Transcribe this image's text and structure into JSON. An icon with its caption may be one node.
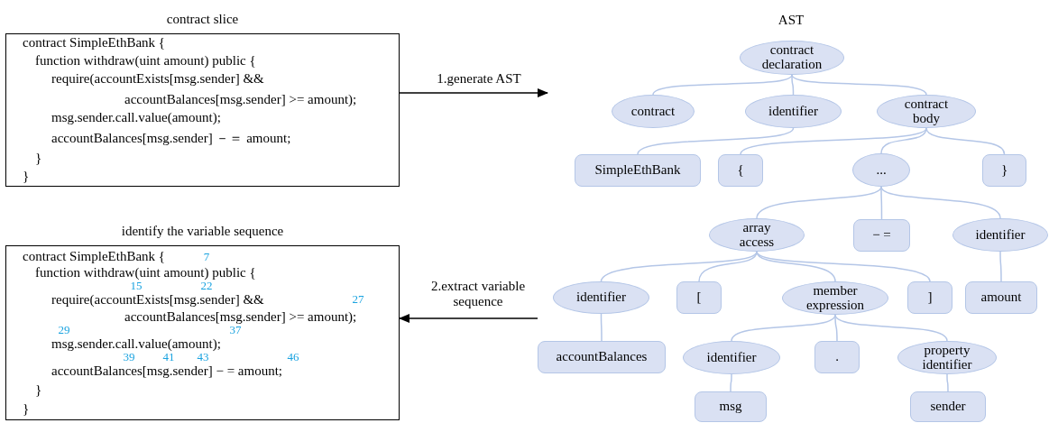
{
  "diagram": {
    "nodes": [
      {
        "text": [
          "contract slice",
          "contract SimpleEthBank {",
          "function withdraw(uint amount) public {",
          "require(accountExists[msg.sender] &&",
          "accountBalances[msg.sender] >= amount);",
          "msg.sender.call.value(amount);",
          "accountBalances[msg.sender] －＝ amount;",
          "}",
          "}"
        ]
      },
      {
        "text": [
          "identify the variable sequence",
          "contract SimpleEthBank {",
          "function withdraw(uint amount) public {",
          "require(accountExists[msg.sender] &&",
          "accountBalances[msg.sender] >= amount);",
          "msg.sender.call.value(amount);",
          "accountBalances[msg.sender] − = amount;",
          "}",
          "}"
        ]
      },
      {
        "text": [
          "contract declaration"
        ]
      },
      {
        "text": [
          "contract"
        ]
      },
      {
        "text": [
          "identifier"
        ]
      },
      {
        "text": [
          "contract body"
        ]
      },
      {
        "text": [
          "SimpleEthBank"
        ]
      },
      {
        "text": [
          "{"
        ]
      },
      {
        "text": [
          "..."
        ]
      },
      {
        "text": [
          "}"
        ]
      },
      {
        "text": [
          "array access"
        ]
      },
      {
        "text": [
          "− ="
        ]
      },
      {
        "text": [
          "identifier"
        ]
      },
      {
        "text": [
          "identifier"
        ]
      },
      {
        "text": [
          "["
        ]
      },
      {
        "text": [
          "member expression"
        ]
      },
      {
        "text": [
          "]"
        ]
      },
      {
        "text": [
          "amount"
        ]
      },
      {
        "text": [
          "accountBalances"
        ]
      },
      {
        "text": [
          "identifier"
        ]
      },
      {
        "text": [
          "."
        ]
      },
      {
        "text": [
          "property identifier"
        ]
      },
      {
        "text": [
          "msg"
        ]
      },
      {
        "text": [
          "sender"
        ]
      }
    ],
    "edges": [
      {
        "from": 0,
        "to": null,
        "arrow": "to",
        "label": "1.generate AST",
        "color": "#000000"
      },
      {
        "from": null,
        "to": 1,
        "arrow": "to",
        "label": "2.extract variable sequence",
        "color": "#000000"
      },
      {
        "from": 2,
        "to": 3,
        "arrow": "none"
      },
      {
        "from": 2,
        "to": 4,
        "arrow": "none"
      },
      {
        "from": 2,
        "to": 5,
        "arrow": "none"
      },
      {
        "from": 4,
        "to": 6,
        "arrow": "none"
      },
      {
        "from": 5,
        "to": 7,
        "arrow": "none"
      },
      {
        "from": 5,
        "to": 8,
        "arrow": "none"
      },
      {
        "from": 5,
        "to": 9,
        "arrow": "none"
      },
      {
        "from": 8,
        "to": 10,
        "arrow": "none"
      },
      {
        "from": 8,
        "to": 11,
        "arrow": "none"
      },
      {
        "from": 8,
        "to": 12,
        "arrow": "none"
      },
      {
        "from": 10,
        "to": 13,
        "arrow": "none"
      },
      {
        "from": 10,
        "to": 14,
        "arrow": "none"
      },
      {
        "from": 10,
        "to": 15,
        "arrow": "none"
      },
      {
        "from": 10,
        "to": 16,
        "arrow": "none"
      },
      {
        "from": 12,
        "to": 17,
        "arrow": "none"
      },
      {
        "from": 13,
        "to": 18,
        "arrow": "none"
      },
      {
        "from": 15,
        "to": 19,
        "arrow": "none"
      },
      {
        "from": 15,
        "to": 20,
        "arrow": "none"
      },
      {
        "from": 15,
        "to": 21,
        "arrow": "none"
      },
      {
        "from": 19,
        "to": 22,
        "arrow": "none"
      },
      {
        "from": 21,
        "to": 23,
        "arrow": "none"
      }
    ],
    "labels": [
      "AST",
      "7",
      "15",
      "22",
      "27",
      "29",
      "37",
      "39",
      "41",
      "43",
      "46"
    ]
  }
}
